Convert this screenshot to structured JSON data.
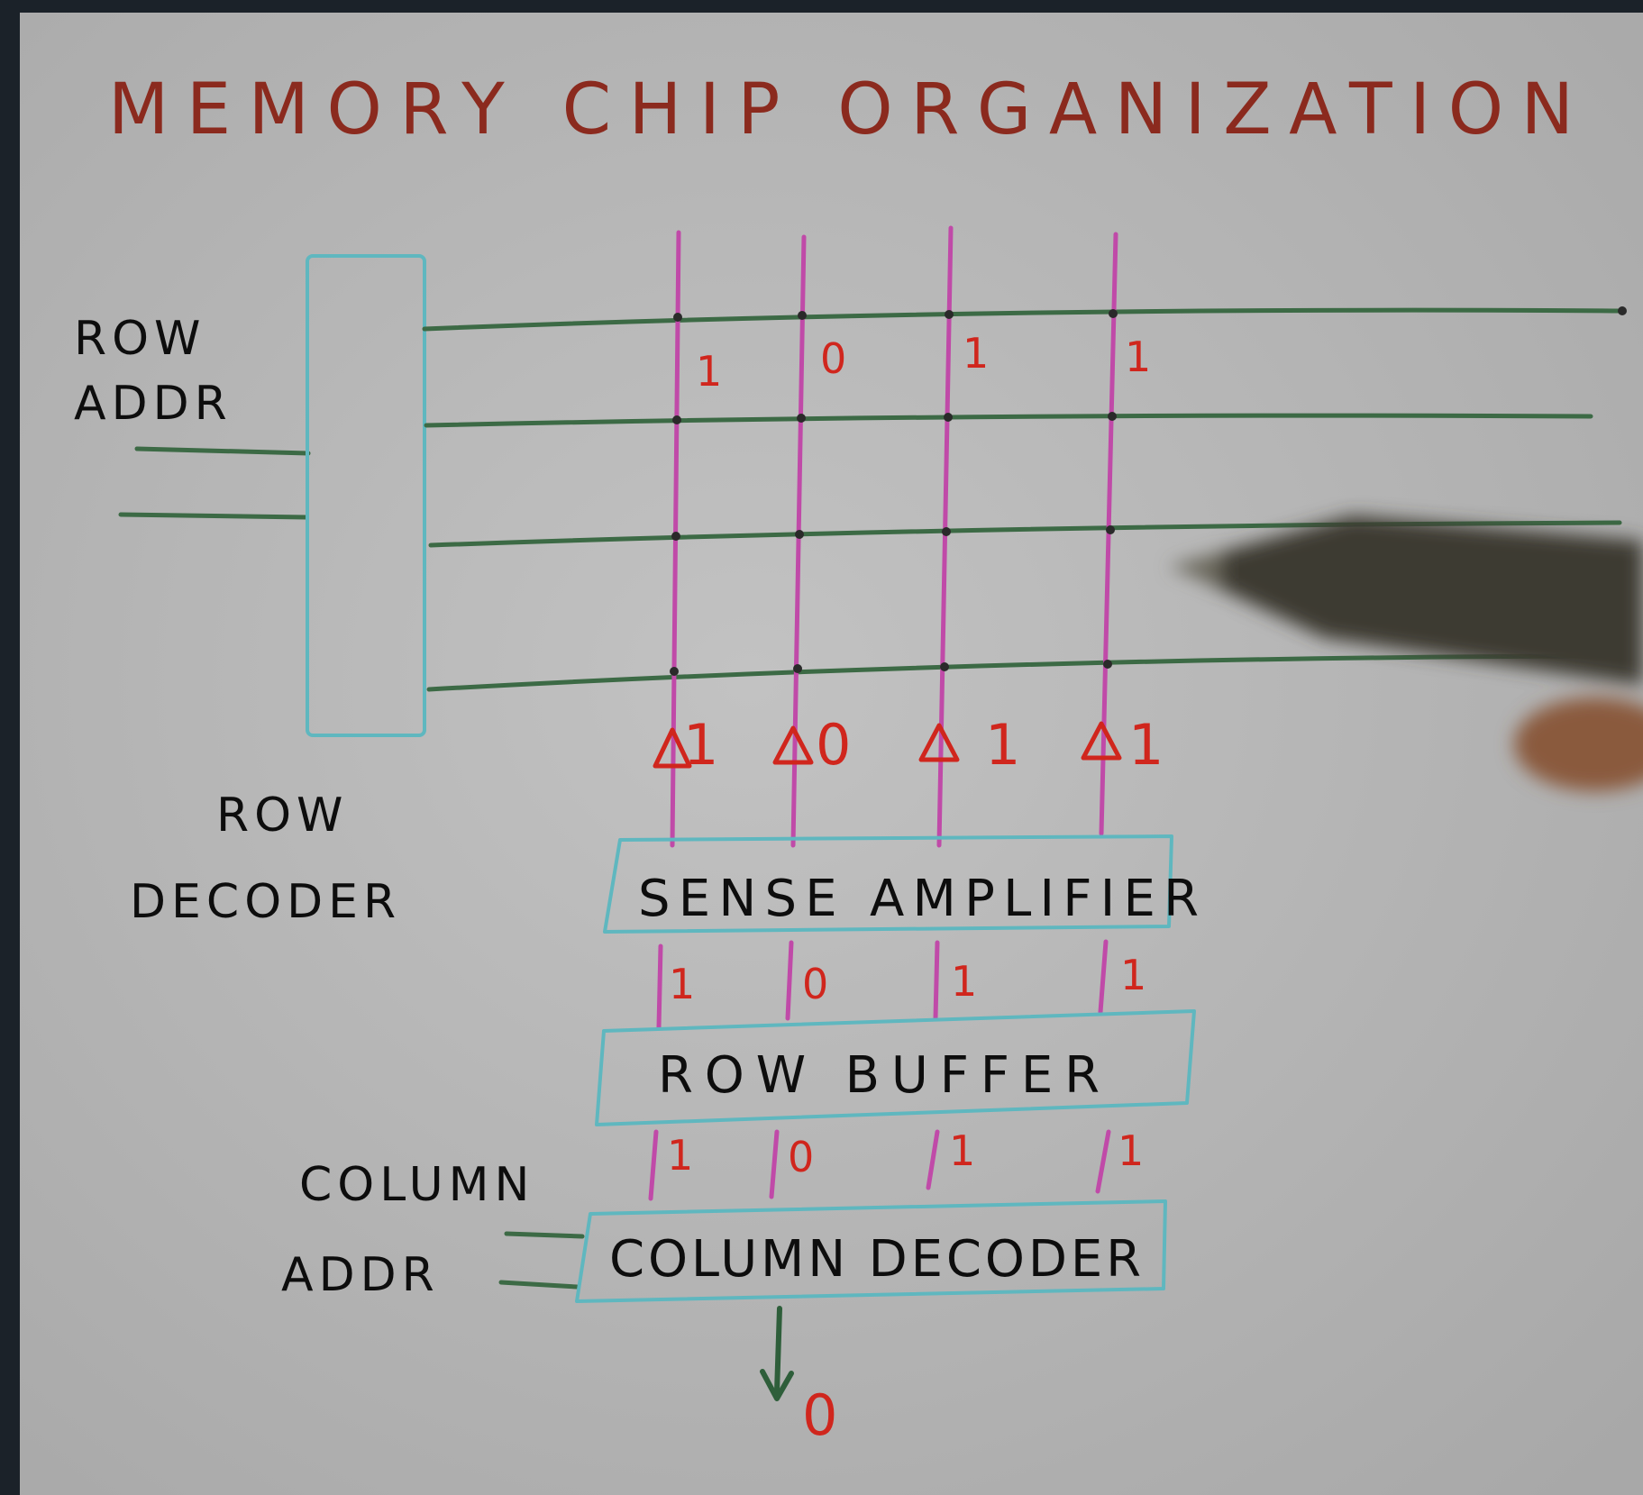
{
  "title": "MEMORY CHIP ORGANIZATION",
  "labels": {
    "row_addr_line1": "ROW",
    "row_addr_line2": "ADDR",
    "row_decoder_line1": "ROW",
    "row_decoder_line2": "DECODER",
    "column_addr_line1": "COLUMN",
    "column_addr_line2": "ADDR"
  },
  "blocks": {
    "sense_amplifier": "SENSE AMPLIFIER",
    "row_buffer": "ROW BUFFER",
    "column_decoder": "COLUMN DECODER"
  },
  "bits": {
    "row_cells": [
      "1",
      "0",
      "1",
      "1"
    ],
    "amplified": [
      "1",
      "0",
      "1",
      "1"
    ],
    "sense_to_buffer": [
      "1",
      "0",
      "1",
      "1"
    ],
    "buffer_to_column": [
      "1",
      "0",
      "1",
      "1"
    ],
    "output": "0"
  },
  "colors": {
    "board": "#b3b3b3",
    "title": "#8b2a1e",
    "word_line": "#3c6a45",
    "bit_line": "#c04aa8",
    "block_outline": "#5fb7bf",
    "bit_text": "#d0261d",
    "arrow": "#2e5e3a"
  }
}
